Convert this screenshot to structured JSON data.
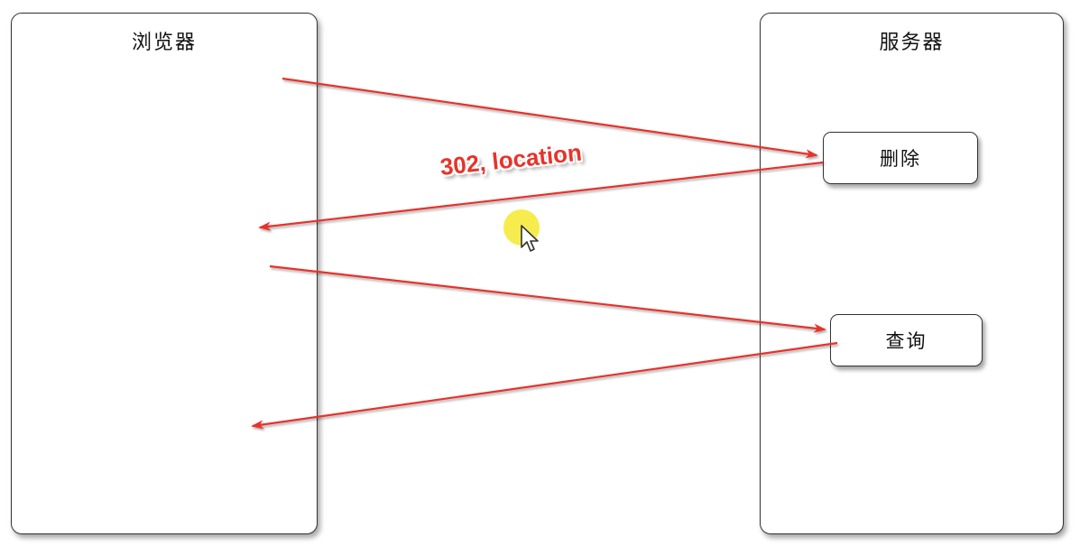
{
  "browser": {
    "title": "浏览器"
  },
  "server": {
    "title": "服务器"
  },
  "nodes": {
    "delete": "删除",
    "query": "查询"
  },
  "redirect_label": "302, location",
  "colors": {
    "arrow": "#e8332a",
    "cursor_highlight": "#f6ea3a",
    "border": "#333333"
  },
  "icons": {
    "cursor": "mouse-pointer-icon"
  }
}
